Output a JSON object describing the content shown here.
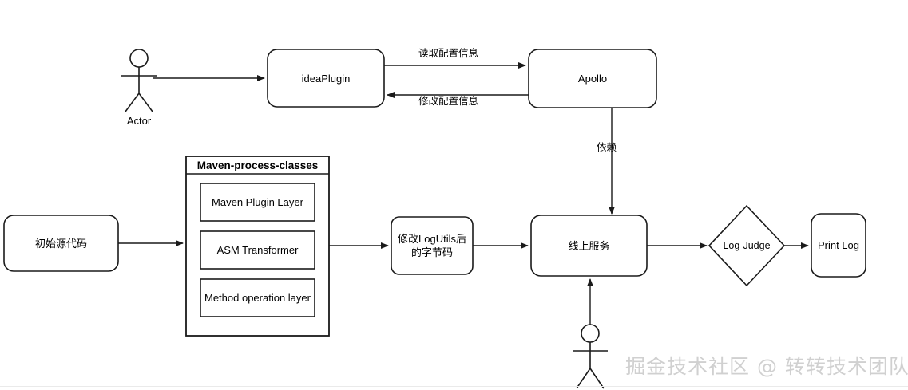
{
  "diagram": {
    "background": "#ffffff",
    "stroke_color": "#1a1a1a",
    "text_color": "#000000",
    "nodes": {
      "actor_top": {
        "caption": "Actor"
      },
      "idea_plugin": {
        "label": "ideaPlugin"
      },
      "apollo": {
        "label": "Apollo"
      },
      "source_code": {
        "label": "初始源代码"
      },
      "maven_container": {
        "title": "Maven-process-classes"
      },
      "maven_plugin_layer": {
        "label": "Maven Plugin Layer"
      },
      "asm_transformer": {
        "label": "ASM Transformer"
      },
      "method_operation_layer": {
        "label": "Method operation layer"
      },
      "bytecode": {
        "line1": "修改LogUtils后",
        "line2": "的字节码"
      },
      "online_service": {
        "label": "线上服务"
      },
      "log_judge": {
        "label": "Log-Judge"
      },
      "print_log": {
        "label": "Print Log"
      },
      "actor_bottom": {
        "caption": ""
      }
    },
    "edges": {
      "read_config": {
        "label": "读取配置信息"
      },
      "modify_config": {
        "label": "修改配置信息"
      },
      "dependency": {
        "label": "依赖"
      }
    }
  },
  "watermark": {
    "text": "掘金技术社区 @ 转转技术团队",
    "color": "#d0d0d0"
  }
}
